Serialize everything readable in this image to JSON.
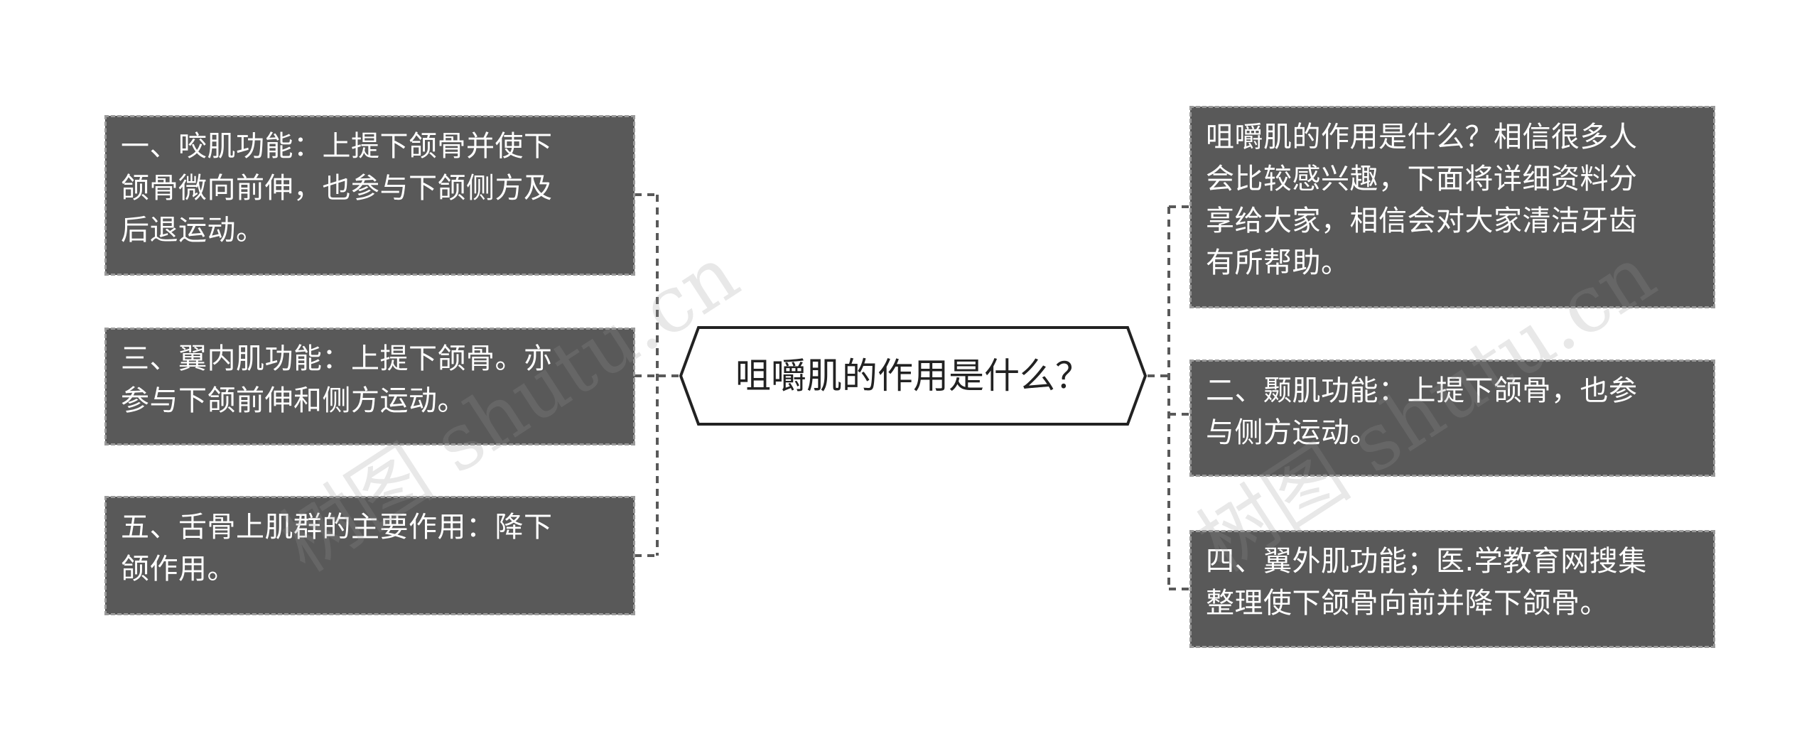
{
  "center": {
    "label": "咀嚼肌的作用是什么？"
  },
  "left_nodes": [
    {
      "text": "一、咬肌功能：上提下颌骨并使下\n颌骨微向前伸，也参与下颌侧方及\n后退运动。"
    },
    {
      "text": "三、翼内肌功能：上提下颌骨。亦\n参与下颌前伸和侧方运动。"
    },
    {
      "text": "五、舌骨上肌群的主要作用：降下\n颌作用。"
    }
  ],
  "right_nodes": [
    {
      "text": "咀嚼肌的作用是什么？相信很多人\n会比较感兴趣，下面将详细资料分\n享给大家，相信会对大家清洁牙齿\n有所帮助。"
    },
    {
      "text": "二、颞肌功能：上提下颌骨，也参\n与侧方运动。"
    },
    {
      "text": "四、翼外肌功能；医.学教育网搜集\n整理使下颌骨向前并降下颌骨。"
    }
  ],
  "watermarks": [
    "树图 shutu.cn",
    "树图 shutu.cn"
  ],
  "colors": {
    "node_fill": "#595959",
    "node_text": "#ffffff",
    "center_stroke": "#222222",
    "connector": "#595959"
  }
}
